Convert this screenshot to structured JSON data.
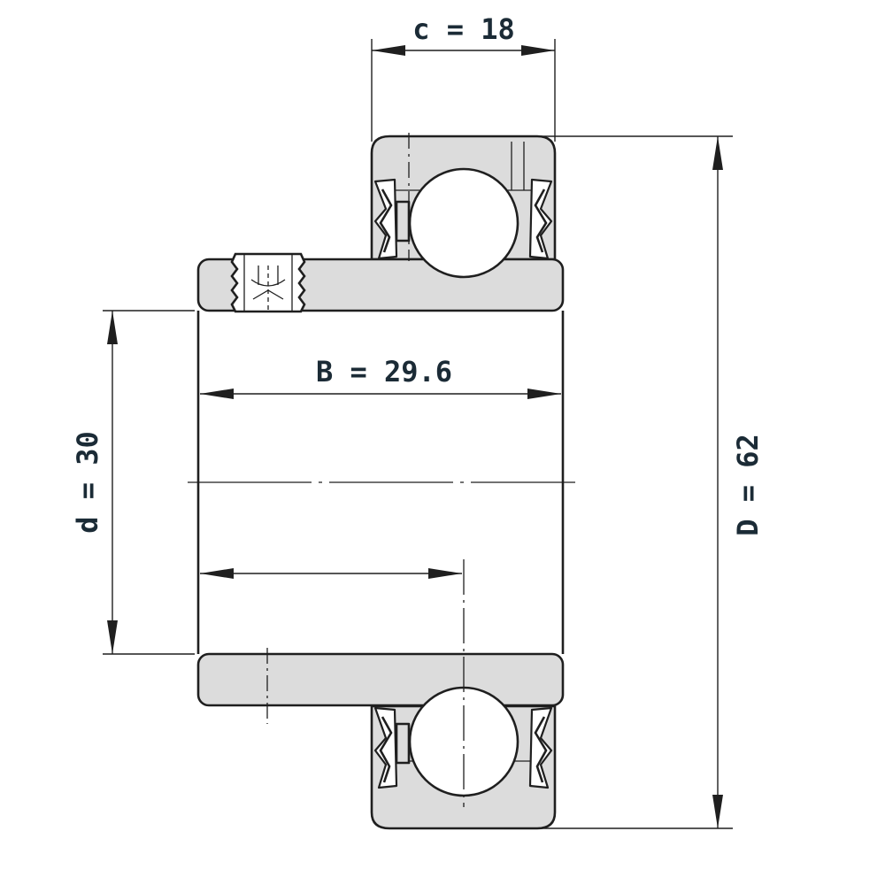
{
  "dimensions": {
    "c": "c = 18",
    "B": "B = 29.6",
    "d": "d = 30",
    "D": "D = 62"
  }
}
